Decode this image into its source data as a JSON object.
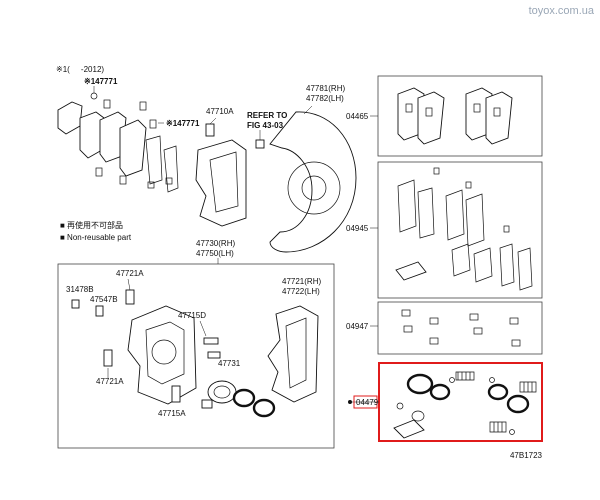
{
  "watermark": "toyox.com.ua",
  "header_note": "※1(     -2012)",
  "legend": {
    "item1": "■ 再使用不可部品",
    "item2": "■ Non-reusable part"
  },
  "refer_to": [
    "REFER TO",
    "FIG 43-03"
  ],
  "parts": {
    "p147771a": "※147771",
    "p147771b": "※147771",
    "p47710A": "47710A",
    "p47781": "47781(RH)",
    "p47782": "47782(LH)",
    "p04465": "04465",
    "p04945": "04945",
    "p47730": "47730(RH)",
    "p47750": "47750(LH)",
    "p47721A_top": "47721A",
    "p31478B": "31478B",
    "p47547B": "47547B",
    "p47715D": "47715D",
    "p47721": "47721(RH)",
    "p47722": "47722(LH)",
    "p04947": "04947",
    "p47731": "47731",
    "p47721A_bot": "47721A",
    "p47715A": "47715A",
    "p04479": "04479"
  },
  "diagram_id": "47B1723"
}
